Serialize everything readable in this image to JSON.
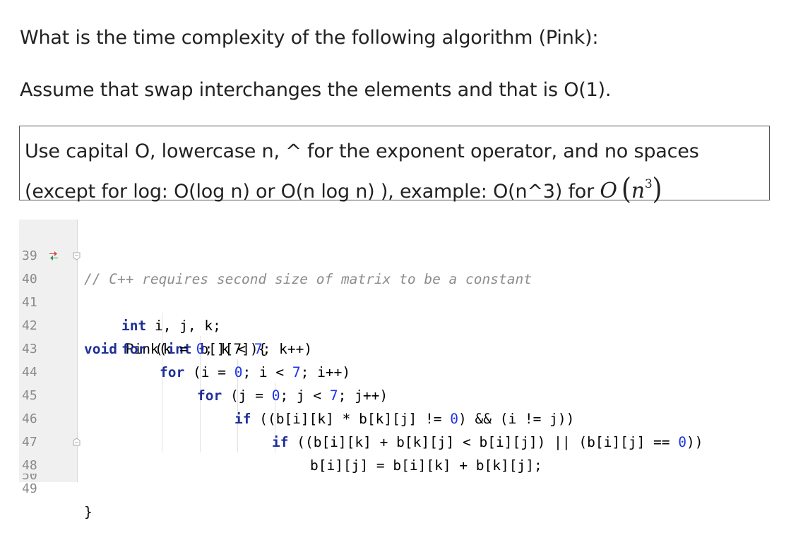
{
  "question": {
    "line1": "What is the time complexity of the following algorithm (Pink):",
    "line2": "Assume that swap interchanges the elements and that is O(1)."
  },
  "instructions": {
    "line1": "Use capital O, lowercase n, ^ for the exponent operator, and no spaces",
    "line2": "(except for log: O(log n) or O(n log n) ), example: O(n^3) for",
    "math": {
      "O": "O",
      "open": "(",
      "n": "n",
      "exp": "3",
      "close": ")"
    }
  },
  "editor": {
    "line_numbers": [
      "39",
      "40",
      "41",
      "42",
      "43",
      "44",
      "45",
      "46",
      "47",
      "48",
      "49"
    ],
    "partial_line_number": "50",
    "gutter_icon": "override-arrows-icon",
    "colors": {
      "keyword": "#1f2f98",
      "number": "#1c32e8",
      "comment": "#8c8c8c",
      "gutter": "#f0f0f0",
      "override_up": "#d14b4b",
      "override_down": "#3a8f5c"
    },
    "code": {
      "l39_comment": "// C++ requires second size of matrix to be a constant",
      "l40_void": "void",
      "l40_a": " Pink(",
      "l40_int": "int",
      "l40_b": " b[][7]){",
      "l41_int": "int",
      "l41_a": " i, j, k;",
      "l42_for": "for",
      "l42_a": " (k = ",
      "l42_n0": "0",
      "l42_b": "; k < ",
      "l42_n7": "7",
      "l42_c": "; k++)",
      "l43_for": "for",
      "l43_a": " (i = ",
      "l43_n0": "0",
      "l43_b": "; i < ",
      "l43_n7": "7",
      "l43_c": "; i++)",
      "l44_for": "for",
      "l44_a": " (j = ",
      "l44_n0": "0",
      "l44_b": "; j < ",
      "l44_n7": "7",
      "l44_c": "; j++)",
      "l45_if": "if",
      "l45_a": " ((b[i][k] * b[k][j] != ",
      "l45_n0": "0",
      "l45_b": ") && (i != j))",
      "l46_if": "if",
      "l46_a": " ((b[i][k] + b[k][j] < b[i][j]) || (b[i][j] == ",
      "l46_n0": "0",
      "l46_b": "))",
      "l47": "b[i][j] = b[i][k] + b[k][j];",
      "l48": "}",
      "l49": ""
    }
  }
}
